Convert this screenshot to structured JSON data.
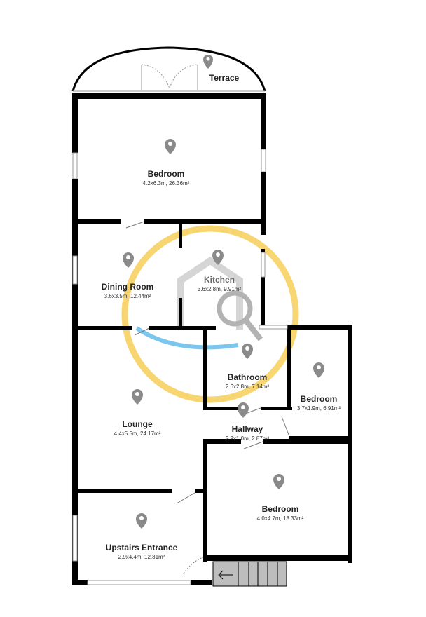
{
  "rooms": [
    {
      "name": "Terrace",
      "dims": ""
    },
    {
      "name": "Bedroom",
      "dims": "4.2x6.3m, 26.36m²"
    },
    {
      "name": "Dining Room",
      "dims": "3.6x3.5m, 12.44m²"
    },
    {
      "name": "Kitchen",
      "dims": "3.6x2.8m, 9.91m²"
    },
    {
      "name": "Bathroom",
      "dims": "2.6x2.8m, 7.14m²"
    },
    {
      "name": "Bedroom",
      "dims": "3.7x1.9m, 6.91m²"
    },
    {
      "name": "Lounge",
      "dims": "4.4x5.5m, 24.17m²"
    },
    {
      "name": "Hallway",
      "dims": "2.9x1.0m, 2.87m²"
    },
    {
      "name": "Bedroom",
      "dims": "4.0x4.7m, 18.33m²"
    },
    {
      "name": "Upstairs Entrance",
      "dims": "2.9x4.4m, 12.81m²"
    }
  ],
  "colors": {
    "wall": "#000000",
    "pin": "#8a8a8a",
    "watermark_ring": "#f5c842",
    "watermark_wave": "#4fb3e8",
    "stairs": "#bdbdbd"
  }
}
